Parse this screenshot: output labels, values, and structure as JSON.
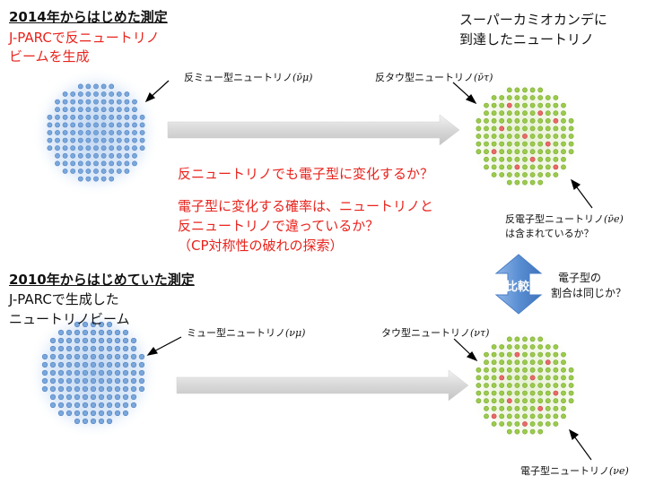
{
  "top_section": {
    "title": "2014年からはじめた測定",
    "subtitle_line1": "J-PARCで反ニュートリノ",
    "subtitle_line2": "ビームを生成"
  },
  "detector_caption": {
    "line1": "スーパーカミオカンデに",
    "line2": "到達したニュートリノ"
  },
  "labels": {
    "anti_mu": "反ミュー型ニュートリノ",
    "anti_mu_sym": "(ν̄μ)",
    "anti_tau": "反タウ型ニュートリノ",
    "anti_tau_sym": "(ν̄τ)",
    "anti_e_line1": "反電子型ニュートリノ",
    "anti_e_sym": "(ν̄e)",
    "anti_e_line2": "は含まれているか？",
    "mu": "ミュー型ニュートリノ",
    "mu_sym": "(νμ)",
    "tau": "タウ型ニュートリノ",
    "tau_sym": "(ντ)",
    "e": "電子型ニュートリノ",
    "e_sym": "(νe)"
  },
  "questions": {
    "q1": "反ニュートリノでも電子型に変化するか？",
    "q2_line1": "電子型に変化する確率は、ニュートリノと",
    "q2_line2": "反ニュートリノで違っているか？",
    "q2_line3": "（CP対称性の破れの探索）"
  },
  "bottom_section": {
    "title": "2010年からはじめていた測定",
    "subtitle_line1": "J-PARCで生成した",
    "subtitle_line2": "ニュートリノビーム"
  },
  "compare": {
    "arrow_label": "比較",
    "note_line1": "電子型の",
    "note_line2": "割合は同じか？"
  },
  "colors": {
    "accent_red": "#e8231c",
    "blue_dot": "#7aa8dc",
    "green_dot": "#9ccb4a",
    "red_dot": "#e86a6a",
    "compare_arrow": "#5b8fd3"
  }
}
